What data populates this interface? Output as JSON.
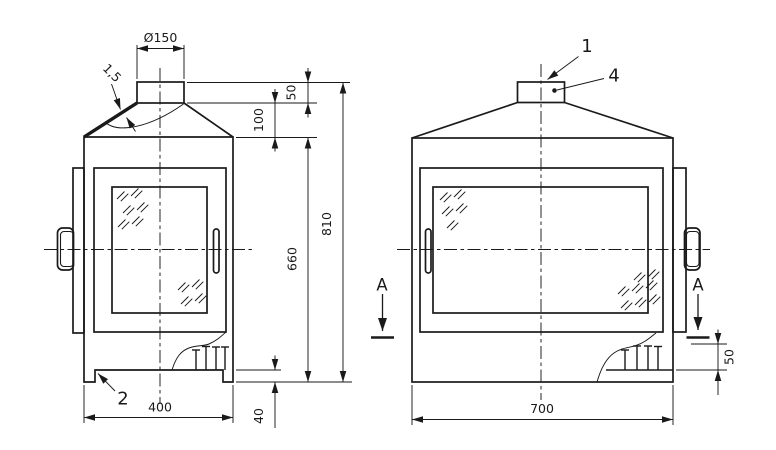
{
  "drawing": {
    "background": "#ffffff",
    "line_color": "#1a1a1a"
  },
  "dimensions": {
    "flue_diameter": "Ø150",
    "flue_wall_thickness": "1,5",
    "collar_height": "50",
    "hood_height": "100",
    "door_section_height": "660",
    "overall_height": "810",
    "narrow_view_width": "400",
    "plinth_height": "40",
    "wide_view_width": "700",
    "grate_height": "50"
  },
  "part_labels": {
    "flue_outlet": "1",
    "base_edge": "2",
    "flue_collar": "4"
  },
  "section_labels": {
    "left": "A",
    "right": "A"
  }
}
